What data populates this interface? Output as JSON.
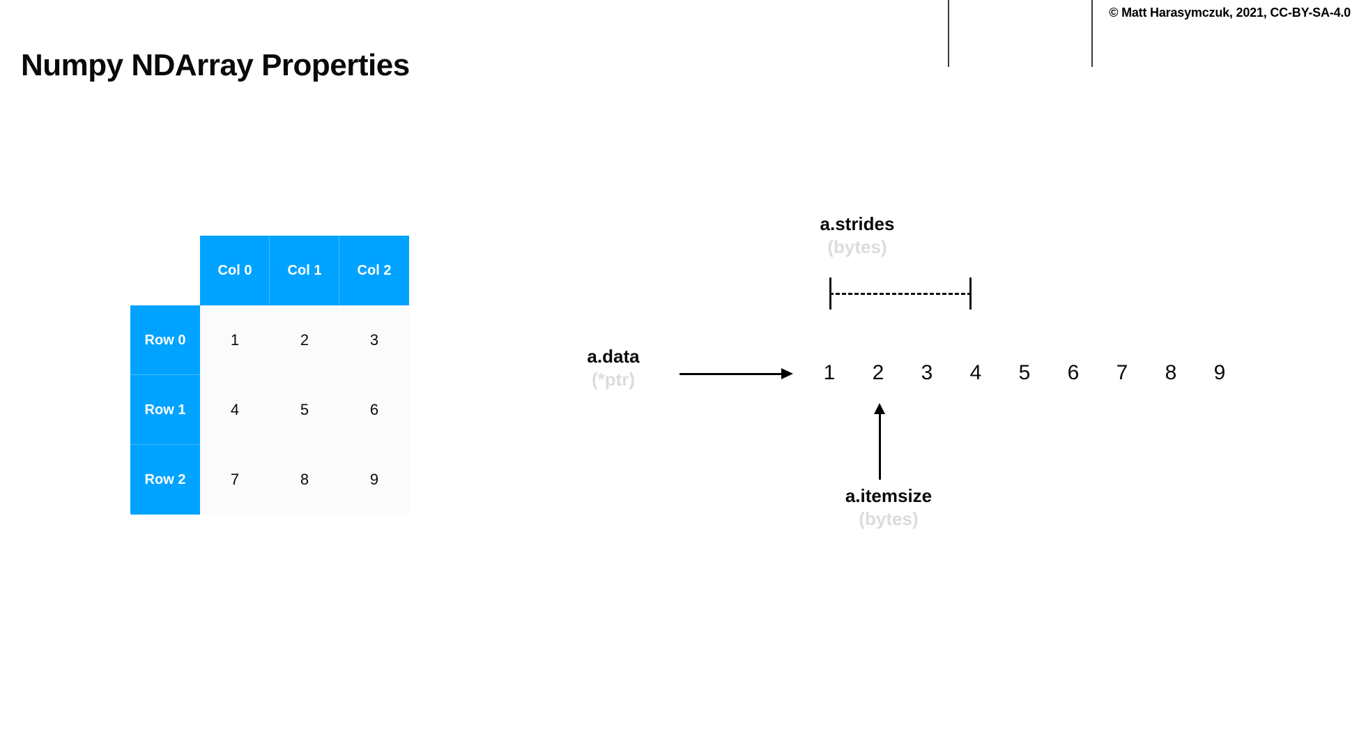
{
  "slide": {
    "title": "Numpy NDArray Properties",
    "copyright": "© Matt Harasymczuk, 2021, CC-BY-SA-4.0",
    "accent_color": "#00a3ff",
    "muted_color": "#dcdcdc",
    "background_color": "#ffffff"
  },
  "matrix": {
    "column_headers": [
      "Col 0",
      "Col 1",
      "Col 2"
    ],
    "row_headers": [
      "Row 0",
      "Row 1",
      "Row 2"
    ],
    "rows": [
      [
        "1",
        "2",
        "3"
      ],
      [
        "4",
        "5",
        "6"
      ],
      [
        "7",
        "8",
        "9"
      ]
    ]
  },
  "memory": {
    "flat_values": [
      "1",
      "2",
      "3",
      "4",
      "5",
      "6",
      "7",
      "8",
      "9"
    ],
    "group_size": 3,
    "properties": {
      "data": {
        "name": "a.data",
        "unit": "(*ptr)"
      },
      "strides": {
        "name": "a.strides",
        "unit": "(bytes)"
      },
      "itemsize": {
        "name": "a.itemsize",
        "unit": "(bytes)"
      }
    }
  }
}
